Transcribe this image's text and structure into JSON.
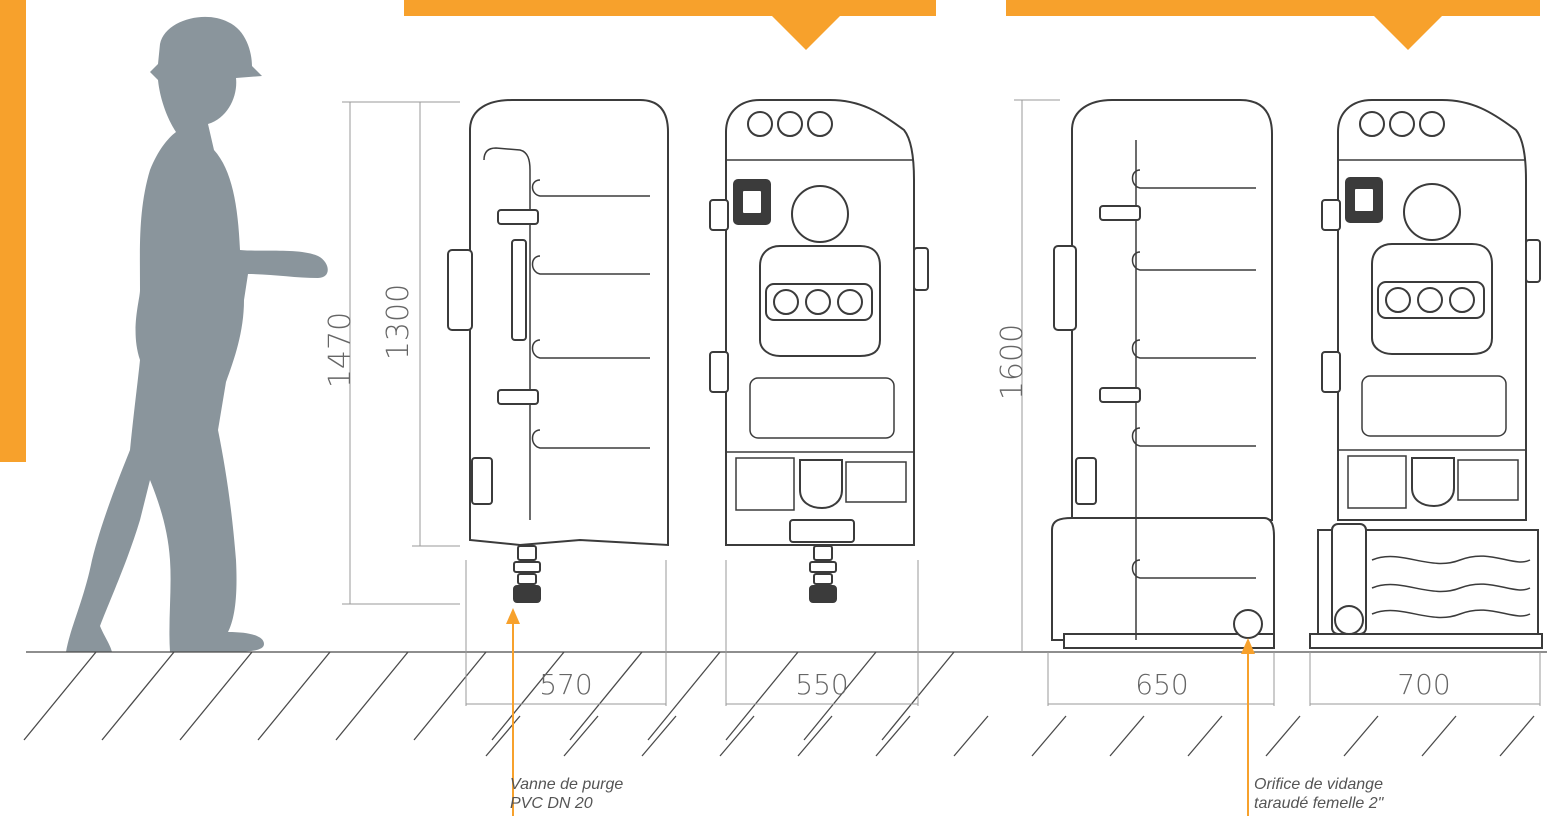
{
  "colors": {
    "accent": "#f7a12c",
    "silhouette": "#8a959c",
    "outline": "#3b3b3b",
    "dimension": "#9a9a9a",
    "ground": "#4a4a4a"
  },
  "icons": [
    "worker-silhouette",
    "tank-side-view",
    "tank-front-view",
    "drain-valve",
    "drain-port"
  ],
  "dimensions": {
    "height_total_small": "1470",
    "height_body_small": "1300",
    "height_large": "1600",
    "width_side_small": "570",
    "width_front_small": "550",
    "width_side_large": "650",
    "width_front_large": "700"
  },
  "callouts": {
    "valve_line1": "Vanne de purge",
    "valve_line2": "PVC DN 20",
    "drain_line1": "Orifice de vidange",
    "drain_line2": "taraudé femelle 2\""
  }
}
